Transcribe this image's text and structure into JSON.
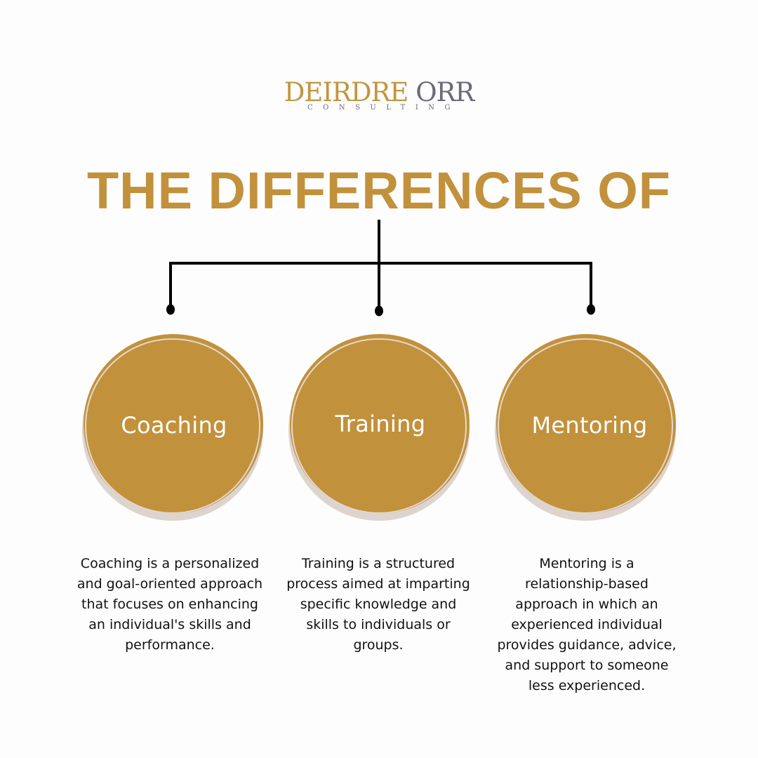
{
  "logo": {
    "word1": "DEIRDRE",
    "word2": "ORR",
    "subtitle": "CONSULTING"
  },
  "title": "THE DIFFERENCES OF",
  "colors": {
    "gold": "#c2913b",
    "logo_gray": "#6b6878",
    "text": "#111111",
    "background": "#fdfdfd"
  },
  "items": [
    {
      "label": "Coaching",
      "description": "Coaching is a personalized and goal-oriented approach that focuses on enhancing an individual's skills and performance."
    },
    {
      "label": "Training",
      "description": "Training is a structured process aimed at imparting specific knowledge and skills to individuals or groups."
    },
    {
      "label": "Mentoring",
      "description": "Mentoring is a relationship-based approach in which an experienced individual provides guidance, advice, and support to someone less experienced."
    }
  ]
}
